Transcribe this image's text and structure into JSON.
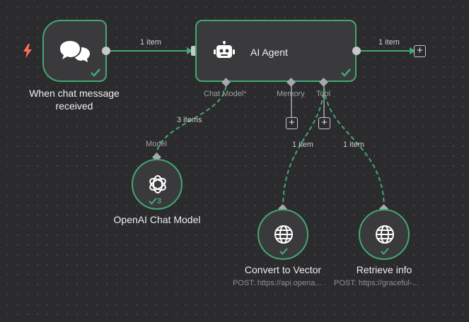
{
  "colors": {
    "canvas_bg": "#2b2b2d",
    "node_bg": "#3a3a3d",
    "success_green": "#43a772",
    "trigger_orange": "#ff6d5a",
    "connection_gray": "#a8a8ae"
  },
  "nodes": {
    "chat_trigger": {
      "title_line1": "When chat message",
      "title_line2": "received",
      "icon": "chat-bubbles-icon",
      "trigger_icon": "lightning-bolt-icon"
    },
    "ai_agent": {
      "title": "AI Agent",
      "icon": "robot-icon",
      "inputs": {
        "chat_model": "Chat Model",
        "chat_model_required": "*",
        "memory": "Memory",
        "tool": "Tool"
      }
    },
    "openai_model": {
      "title": "OpenAI Chat Model",
      "icon": "openai-icon",
      "run_count": "3",
      "input_label": "Model"
    },
    "convert_vector": {
      "title": "Convert to Vector",
      "subtitle": "POST: https://api.opena...",
      "icon": "globe-icon"
    },
    "retrieve_info": {
      "title": "Retrieve info",
      "subtitle": "POST: https://graceful-...",
      "icon": "globe-icon"
    }
  },
  "edges": {
    "trigger_to_agent": "1 item",
    "agent_output": "1 item",
    "model_to_agent": "3 items",
    "convert_to_agent": "1 item",
    "retrieve_to_agent": "1 item"
  },
  "buttons": {
    "add": "+"
  }
}
